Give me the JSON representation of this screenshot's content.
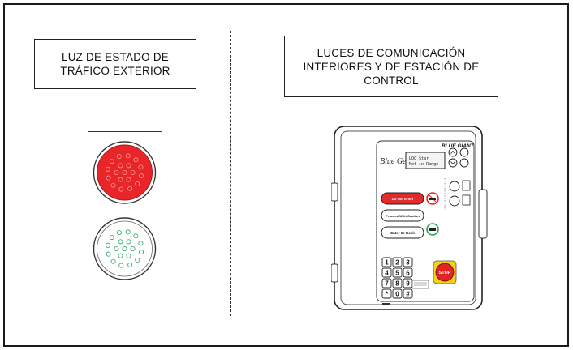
{
  "left_label": {
    "line1": "LUZ DE ESTADO DE",
    "line2": "TRÁFICO EXTERIOR"
  },
  "right_label": {
    "line1": "LUCES DE COMUNICACIÓN",
    "line2": "INTERIORES Y DE ESTACIÓN DE",
    "line3": "CONTROL"
  },
  "panel": {
    "logo_script": "Blue Genius",
    "brand": "BLUE GIANT",
    "lcd_line1": "LOC Star",
    "lcd_line2": "Not in Range",
    "btn_red": "Do Not Enter",
    "btn_proceed": "Proceed With Caution",
    "btn_enter": "Enter Or Dock",
    "stop": "STOP",
    "keys": [
      "1",
      "2",
      "3",
      "4",
      "5",
      "6",
      "7",
      "8",
      "9",
      "*",
      "0",
      "#"
    ]
  },
  "colors": {
    "red_light": "#e8262a",
    "red_led": "#f79b86",
    "green_led": "#1fa85b",
    "stop_yellow": "#f4d21c",
    "stop_red": "#e42323"
  }
}
